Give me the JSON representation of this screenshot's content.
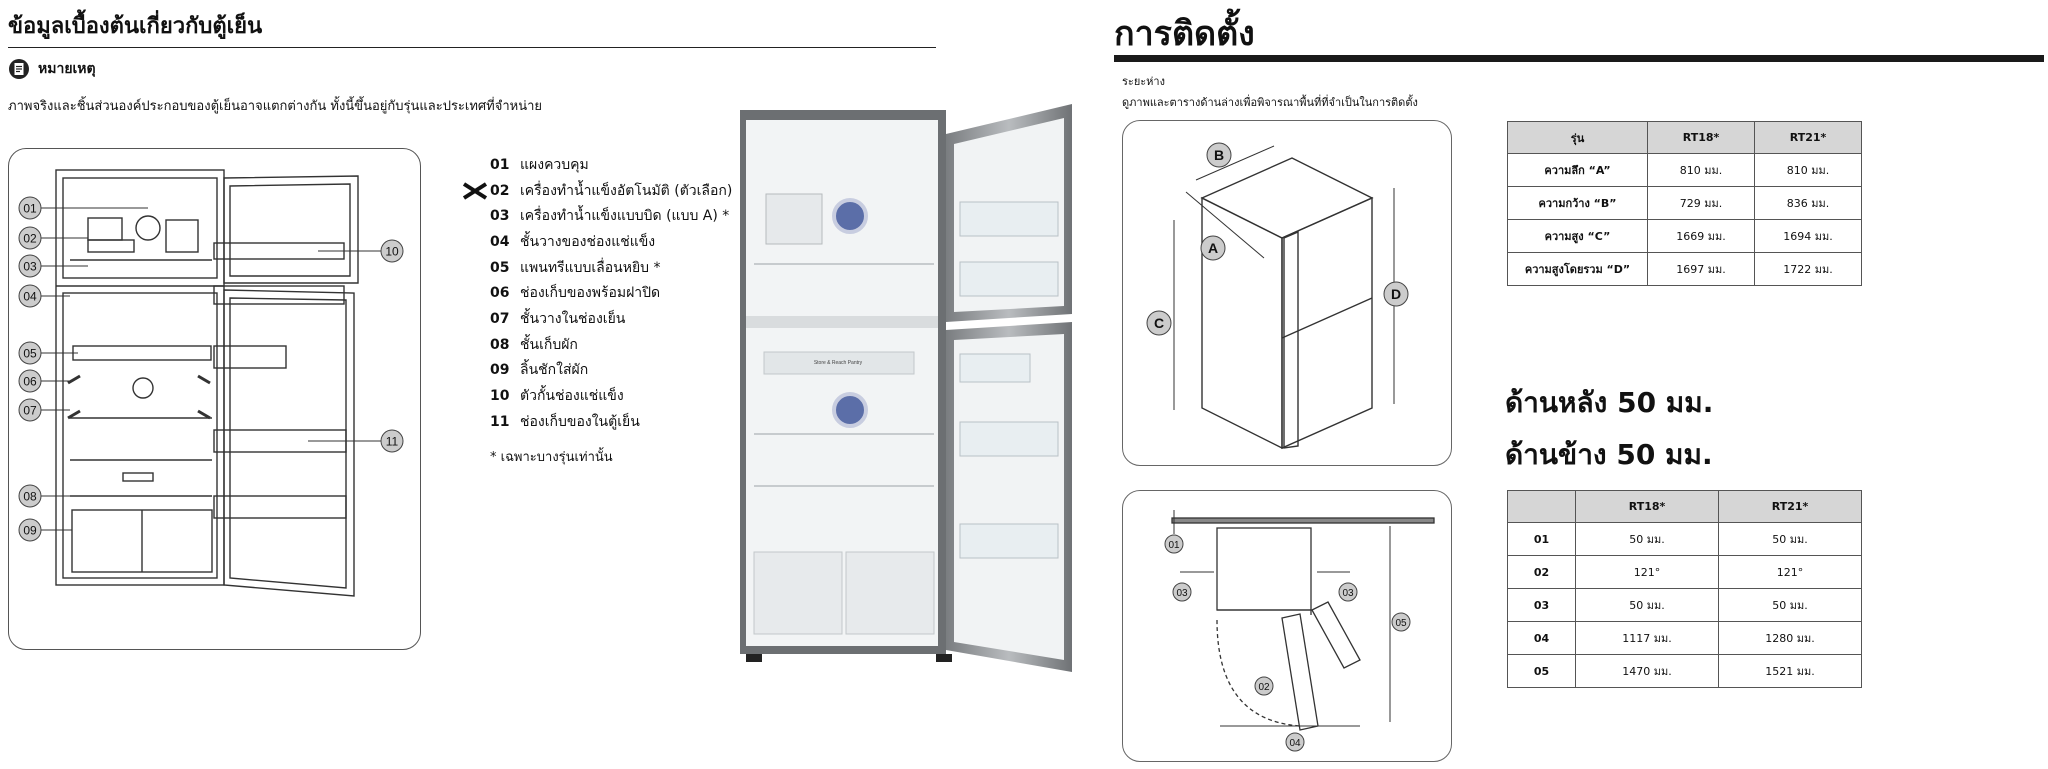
{
  "left": {
    "title": "ข้อมูลเบื้องต้นเกี่ยวกับตู้เย็น",
    "note_heading": "หมายเหตุ",
    "disclaimer": "ภาพจริงและชิ้นส่วนองค์ประกอบของตู้เย็นอาจแตกต่างกัน ทั้งนี้ขึ้นอยู่กับรุ่นและประเทศที่จำหน่าย",
    "callouts": [
      "01",
      "02",
      "03",
      "04",
      "05",
      "06",
      "07",
      "08",
      "09",
      "10",
      "11"
    ],
    "parts": [
      {
        "num": "01",
        "label": "แผงควบคุม"
      },
      {
        "num": "02",
        "label": "เครื่องทำน้ำแข็งอัตโนมัติ (ตัวเลือก)"
      },
      {
        "num": "03",
        "label": "เครื่องทำน้ำแข็งแบบบิด (แบบ A) *"
      },
      {
        "num": "04",
        "label": "ชั้นวางของช่องแช่แข็ง"
      },
      {
        "num": "05",
        "label": "แพนทรีแบบเลื่อนหยิบ *"
      },
      {
        "num": "06",
        "label": "ช่องเก็บของพร้อมฝาปิด"
      },
      {
        "num": "07",
        "label": "ชั้นวางในช่องเย็น"
      },
      {
        "num": "08",
        "label": "ชั้นเก็บผัก"
      },
      {
        "num": "09",
        "label": "ลิ้นชักใส่ผัก"
      },
      {
        "num": "10",
        "label": "ตัวกั้นช่องแช่แข็ง"
      },
      {
        "num": "11",
        "label": "ช่องเก็บของในตู้เย็น"
      }
    ],
    "footnote": "* เฉพาะบางรุ่นเท่านั้น",
    "photo_label": "Store & Reach Pantry"
  },
  "right": {
    "title": "การติดตั้ง",
    "subtitle1": "ระยะห่าง",
    "subtitle2": "ดูภาพและตารางด้านล่างเพื่อพิจารณาพื้นที่ที่จำเป็นในการติดตั้ง",
    "dim_letters": [
      "A",
      "B",
      "C",
      "D"
    ],
    "clearance_labels": [
      "01",
      "02",
      "03",
      "03",
      "04",
      "05"
    ],
    "table1": {
      "headers": [
        "รุ่น",
        "RT18*",
        "RT21*"
      ],
      "rows": [
        [
          "ความลึก “A”",
          "810 มม.",
          "810 มม."
        ],
        [
          "ความกว้าง “B”",
          "729 มม.",
          "836 มม."
        ],
        [
          "ความสูง “C”",
          "1669 มม.",
          "1694 มม."
        ],
        [
          "ความสูงโดยรวม “D”",
          "1697 มม.",
          "1722 มม."
        ]
      ]
    },
    "rear_clearance": "ด้านหลัง 50 มม.",
    "side_clearance": "ด้านข้าง 50 มม.",
    "table2": {
      "headers": [
        "",
        "RT18*",
        "RT21*"
      ],
      "rows": [
        [
          "01",
          "50 มม.",
          "50 มม."
        ],
        [
          "02",
          "121°",
          "121°"
        ],
        [
          "03",
          "50 มม.",
          "50 มม."
        ],
        [
          "04",
          "1117 มม.",
          "1280 มม."
        ],
        [
          "05",
          "1470 มม.",
          "1521 มม."
        ]
      ]
    }
  }
}
